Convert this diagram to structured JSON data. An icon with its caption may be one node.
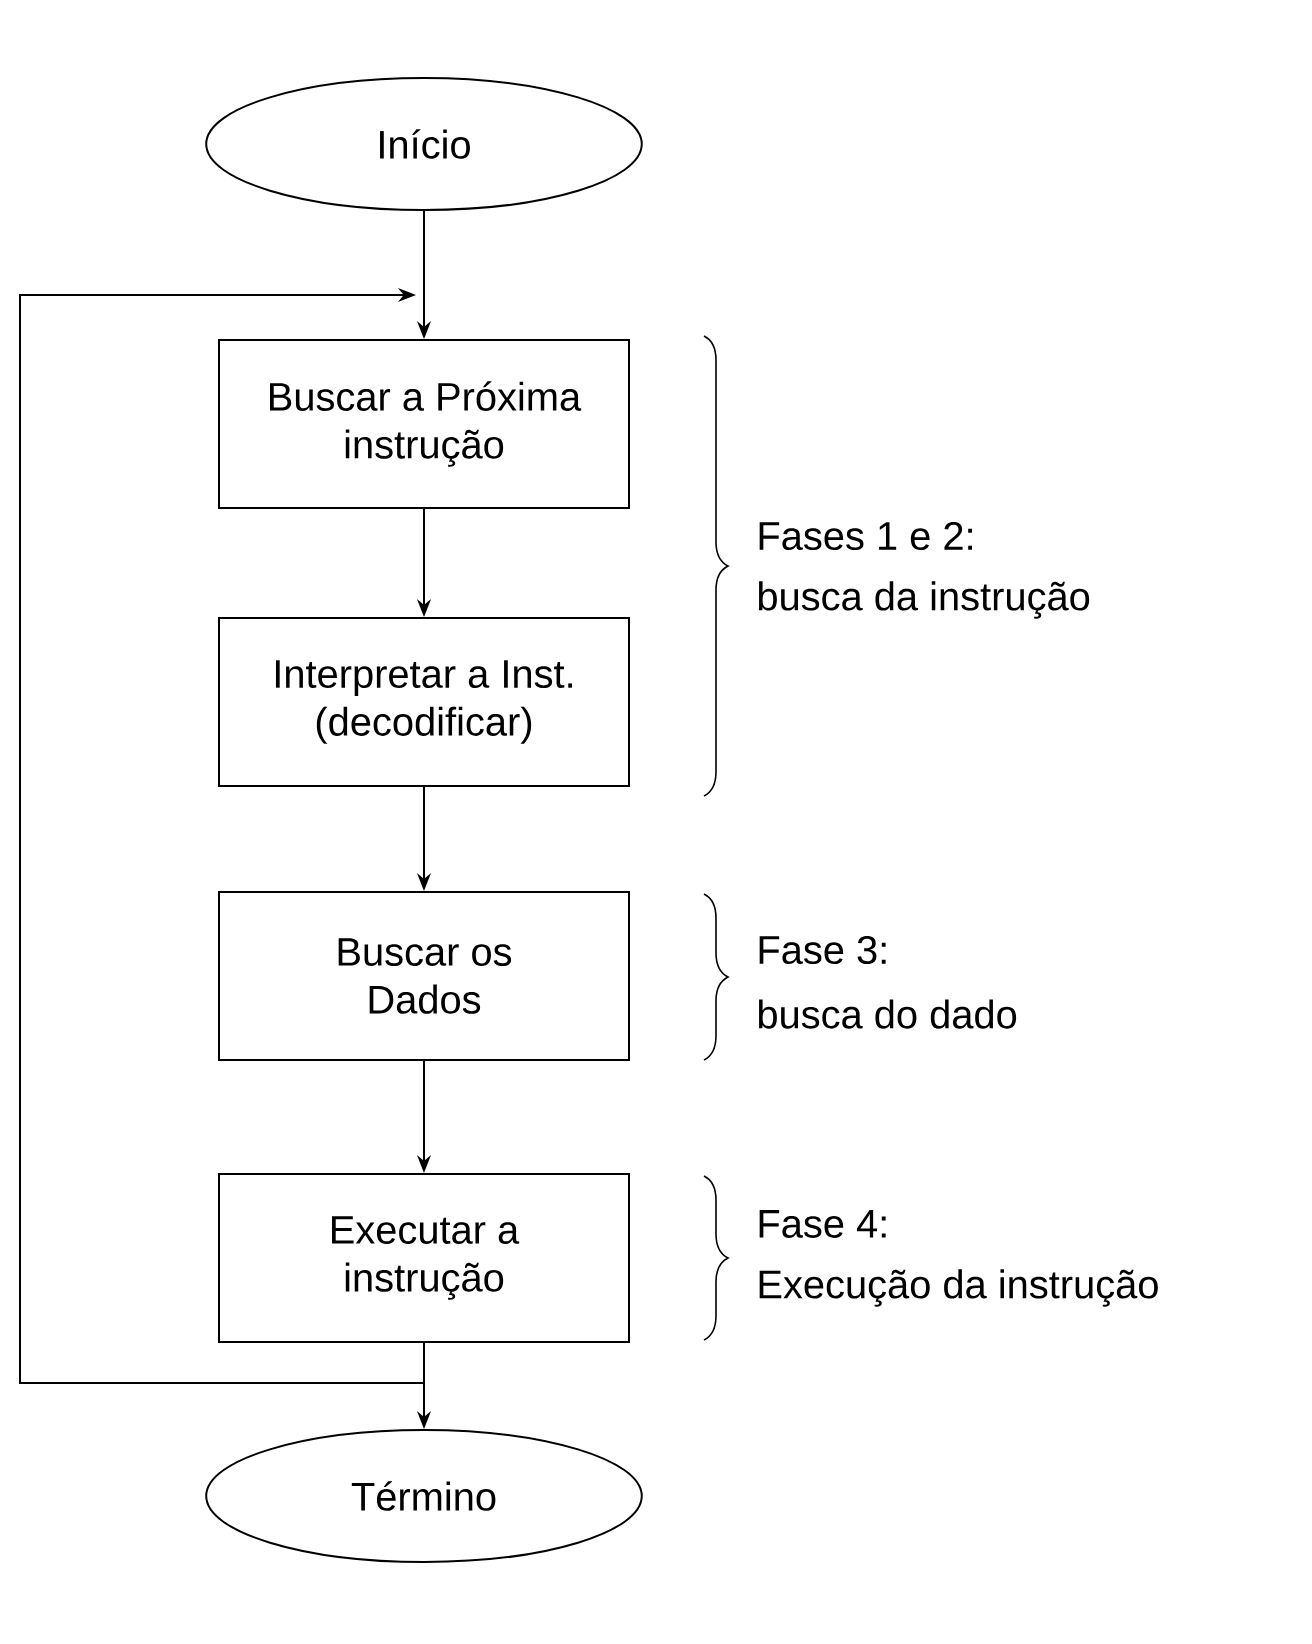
{
  "diagram": {
    "nodes": [
      {
        "text": [
          "Início"
        ]
      },
      {
        "text": [
          "Buscar a Próxima instrução"
        ]
      },
      {
        "text": [
          "Interpretar a Inst. (decodificar)"
        ]
      },
      {
        "text": [
          "Buscar os Dados"
        ]
      },
      {
        "text": [
          "Executar a instrução"
        ]
      },
      {
        "text": [
          "Término"
        ]
      }
    ],
    "edges": [
      {
        "from": 0,
        "to": 1,
        "arrow": "to"
      },
      {
        "from": 1,
        "to": 2,
        "arrow": "to"
      },
      {
        "from": 2,
        "to": 3,
        "arrow": "to"
      },
      {
        "from": 3,
        "to": 4,
        "arrow": "to"
      },
      {
        "from": 4,
        "to": 5,
        "arrow": "to"
      },
      {
        "from": 4,
        "to": 1,
        "arrow": "to"
      }
    ],
    "labels": [
      "Fases 1 e 2:",
      "busca da instrução",
      "Fase 3:",
      "busca do dado",
      "Fase 4:",
      "Execução da instrução"
    ]
  }
}
